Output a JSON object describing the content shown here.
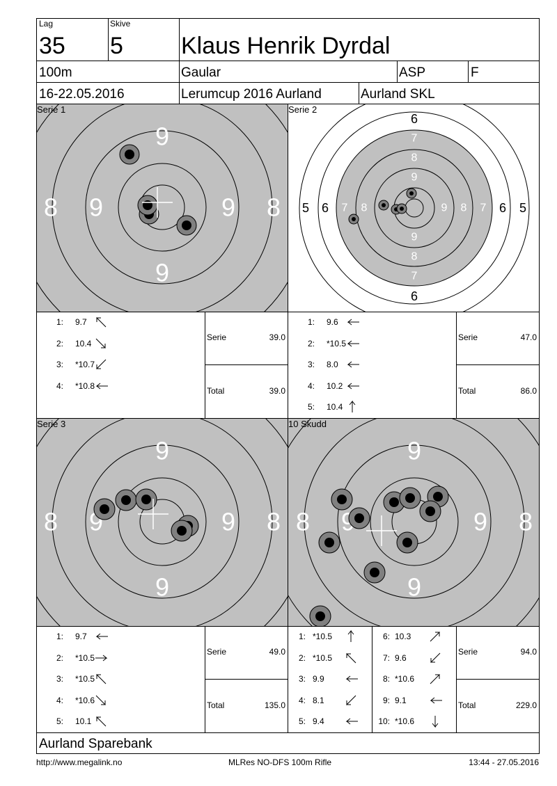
{
  "header": {
    "lag_label": "Lag",
    "lag_value": "35",
    "skive_label": "Skive",
    "skive_value": "5",
    "name": "Klaus Henrik Dyrdal",
    "distance": "100m",
    "club": "Gaular",
    "class": "ASP",
    "group": "F",
    "dates": "16-22.05.2016",
    "event": "Lerumcup 2016 Aurland",
    "organizer": "Aurland SKL"
  },
  "panels": {
    "serie1": {
      "title": "Serie 1"
    },
    "serie2": {
      "title": "Serie 2"
    },
    "serie3": {
      "title": "Serie 3"
    },
    "skudd10": {
      "title": "10 Skudd"
    }
  },
  "ring_labels": {
    "r5": "5",
    "r6": "6",
    "r7": "7",
    "r8": "8",
    "r9": "9"
  },
  "shots": {
    "serie1": [
      {
        "n": "1:",
        "v": "9.7",
        "dir": "up-left"
      },
      {
        "n": "2:",
        "v": "10.4",
        "dir": "down-right"
      },
      {
        "n": "3:",
        "v": "*10.7",
        "dir": "down-left"
      },
      {
        "n": "4:",
        "v": "*10.8",
        "dir": "left"
      }
    ],
    "serie2": [
      {
        "n": "1:",
        "v": "9.6",
        "dir": "left"
      },
      {
        "n": "2:",
        "v": "*10.5",
        "dir": "left"
      },
      {
        "n": "3:",
        "v": "8.0",
        "dir": "left"
      },
      {
        "n": "4:",
        "v": "10.2",
        "dir": "left"
      },
      {
        "n": "5:",
        "v": "10.4",
        "dir": "up"
      }
    ],
    "serie3": [
      {
        "n": "1:",
        "v": "9.7",
        "dir": "left"
      },
      {
        "n": "2:",
        "v": "*10.5",
        "dir": "right"
      },
      {
        "n": "3:",
        "v": "*10.5",
        "dir": "up-left"
      },
      {
        "n": "4:",
        "v": "*10.6",
        "dir": "down-right"
      },
      {
        "n": "5:",
        "v": "10.1",
        "dir": "up-left"
      }
    ],
    "skudd10_a": [
      {
        "n": "1:",
        "v": "*10.5",
        "dir": "up"
      },
      {
        "n": "2:",
        "v": "*10.5",
        "dir": "up-left"
      },
      {
        "n": "3:",
        "v": "9.9",
        "dir": "left"
      },
      {
        "n": "4:",
        "v": "8.1",
        "dir": "down-left"
      },
      {
        "n": "5:",
        "v": "9.4",
        "dir": "left"
      }
    ],
    "skudd10_b": [
      {
        "n": "6:",
        "v": "10.3",
        "dir": "up-right"
      },
      {
        "n": "7:",
        "v": "9.6",
        "dir": "down-left"
      },
      {
        "n": "8:",
        "v": "*10.6",
        "dir": "up-right"
      },
      {
        "n": "9:",
        "v": "9.1",
        "dir": "left"
      },
      {
        "n": "10:",
        "v": "*10.6",
        "dir": "down"
      }
    ]
  },
  "summaries": {
    "serie1": {
      "serie_label": "Serie",
      "serie_value": "39.0",
      "total_label": "Total",
      "total_value": "39.0"
    },
    "serie2": {
      "serie_label": "Serie",
      "serie_value": "47.0",
      "total_label": "Total",
      "total_value": "86.0"
    },
    "serie3": {
      "serie_label": "Serie",
      "serie_value": "49.0",
      "total_label": "Total",
      "total_value": "135.0"
    },
    "skudd10": {
      "serie_label": "Serie",
      "serie_value": "94.0",
      "total_label": "Total",
      "total_value": "229.0"
    }
  },
  "sponsor": "Aurland Sparebank",
  "footer": {
    "url": "http://www.megalink.no",
    "system": "MLRes NO-DFS 100m Rifle",
    "timestamp": "13:44 - 27.05.2016"
  },
  "colors": {
    "target_grey": "#c0c0c0",
    "hole_outer": "#808080",
    "hole_inner": "#000000"
  }
}
